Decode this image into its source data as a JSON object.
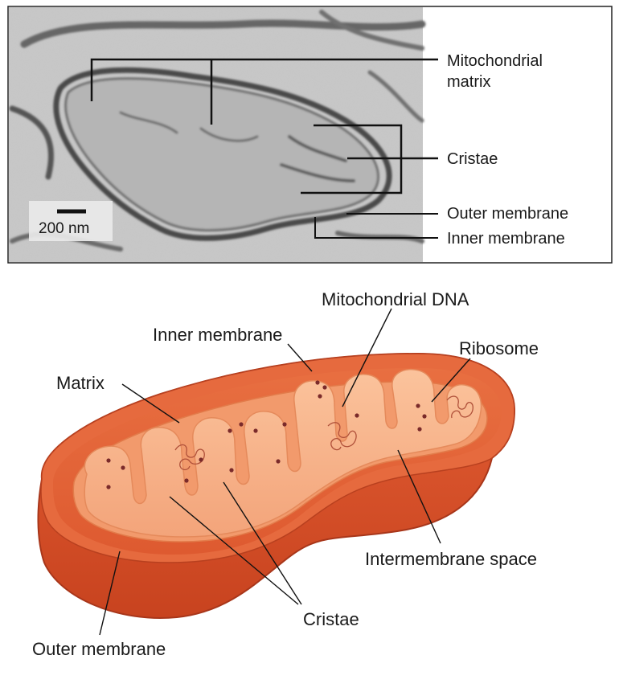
{
  "micrograph": {
    "scale_bar": "200 nm",
    "labels": {
      "matrix_line1": "Mitochondrial",
      "matrix_line2": "matrix",
      "cristae": "Cristae",
      "outer_membrane": "Outer membrane",
      "inner_membrane": "Inner membrane"
    }
  },
  "diagram": {
    "labels": {
      "mitochondrial_dna": "Mitochondrial DNA",
      "inner_membrane": "Inner membrane",
      "ribosome": "Ribosome",
      "matrix": "Matrix",
      "intermembrane_space": "Intermembrane space",
      "cristae": "Cristae",
      "outer_membrane": "Outer membrane"
    }
  },
  "colors": {
    "outer_membrane": "#d9502c",
    "outer_membrane_dark": "#b8391c",
    "intermembrane": "#e8673c",
    "inner_membrane": "#f4a277",
    "matrix": "#f8b58d",
    "ribosome": "#7a2a2a"
  }
}
